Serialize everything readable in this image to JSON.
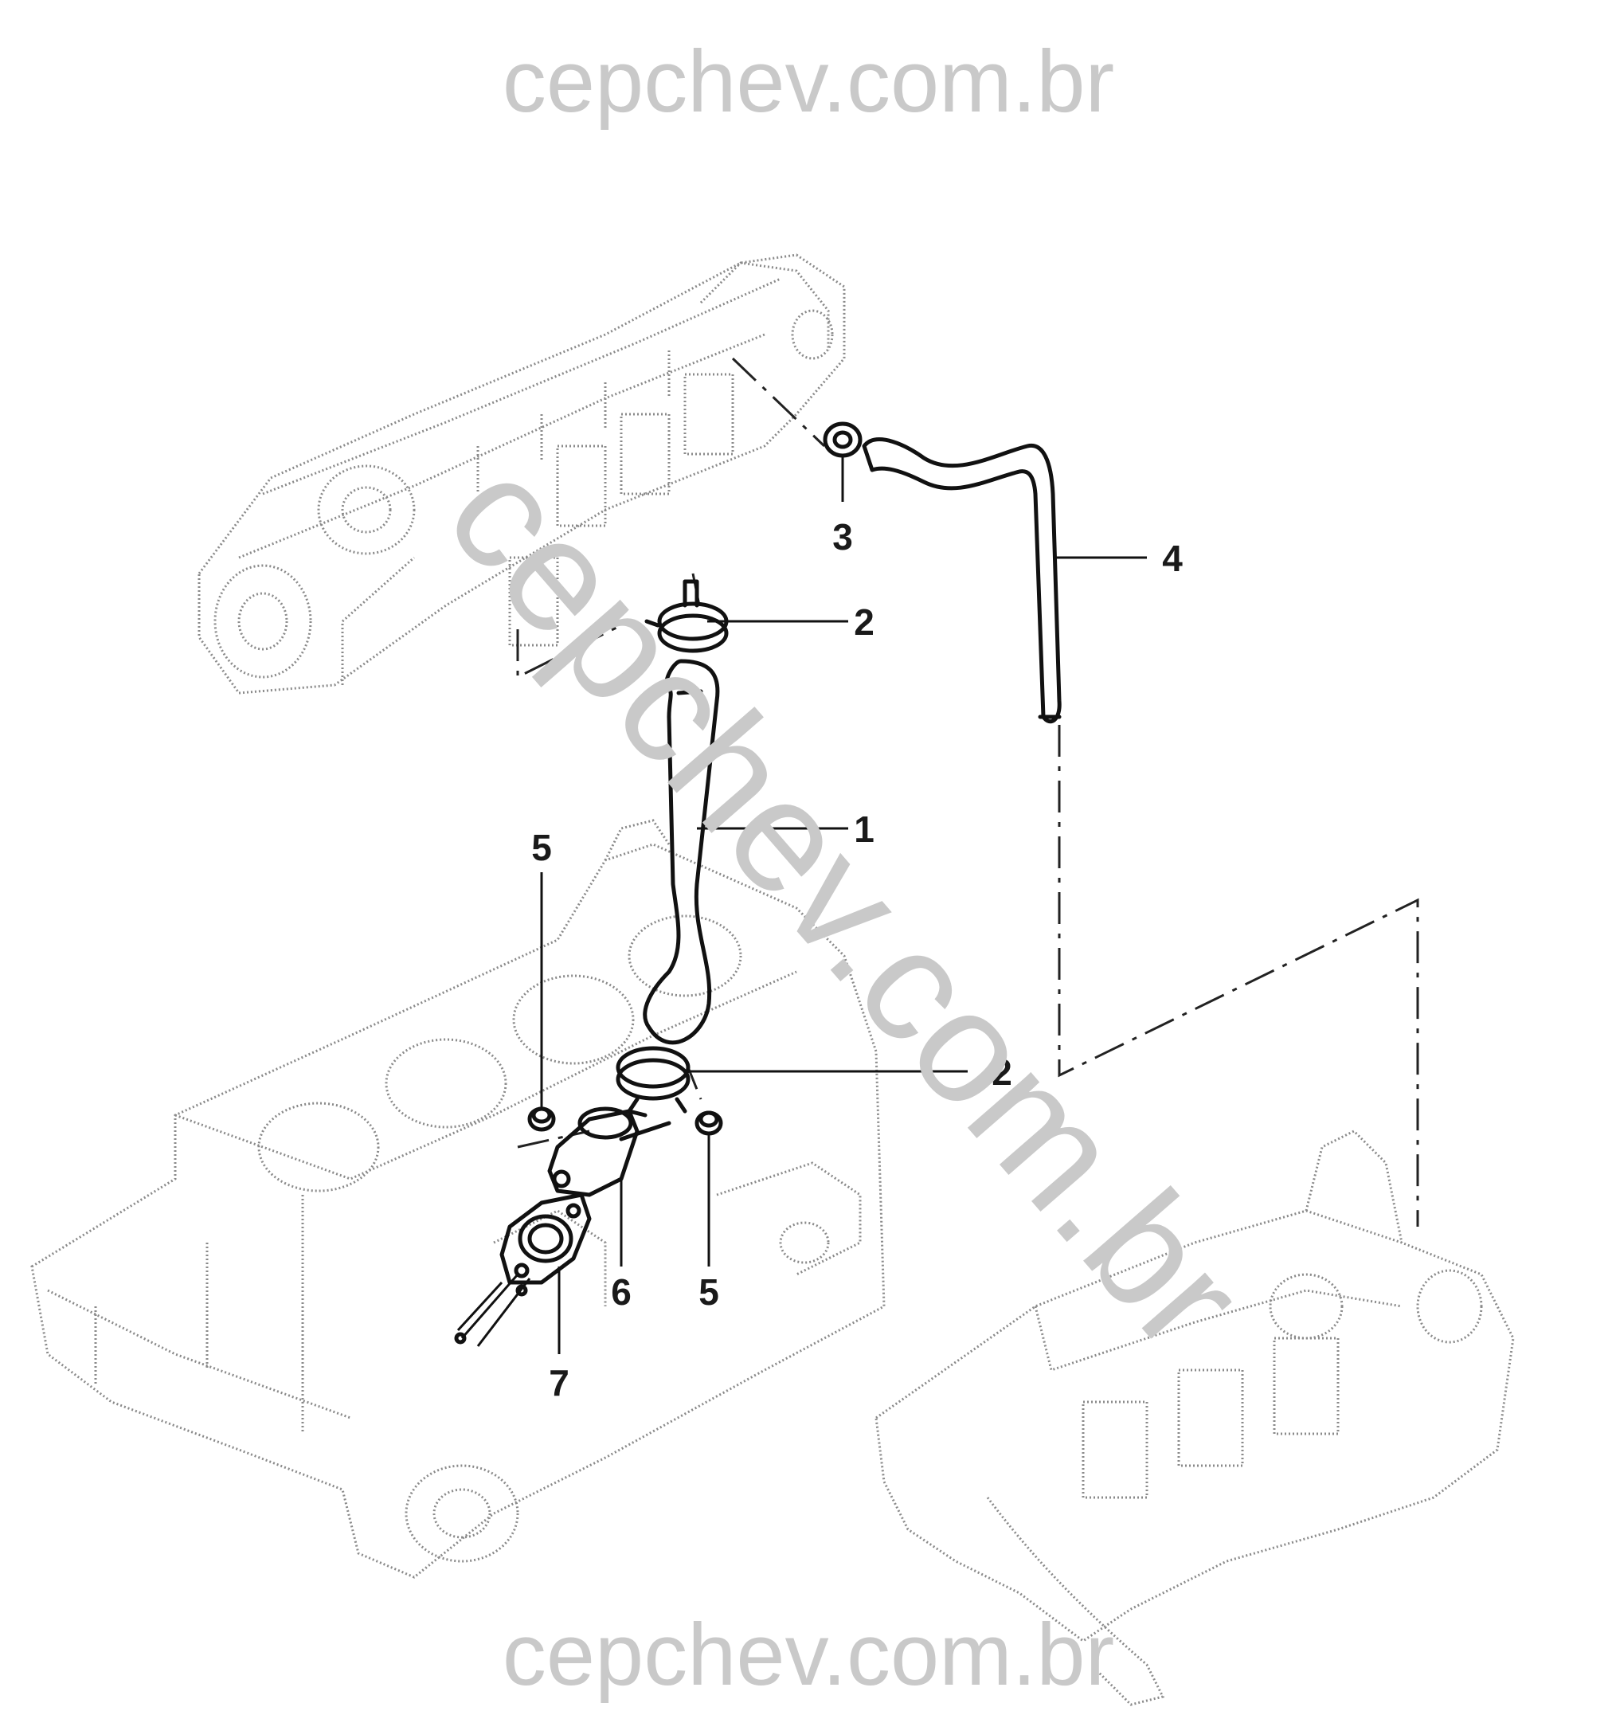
{
  "watermarks": {
    "top": "cepchev.com.br",
    "diagonal": "cepchev.com.br",
    "bottom": "cepchev.com.br"
  },
  "callouts": {
    "hose_upper": "1",
    "clamp_top": "2",
    "clamp_bottom": "2",
    "clamp_small": "3",
    "hose_bypass": "4",
    "nut_left": "5",
    "nut_right": "5",
    "housing": "6",
    "gasket": "7"
  },
  "colors": {
    "watermark": "#c9c9c9",
    "linework": "#111111",
    "ghost": "#8a8a8a"
  }
}
